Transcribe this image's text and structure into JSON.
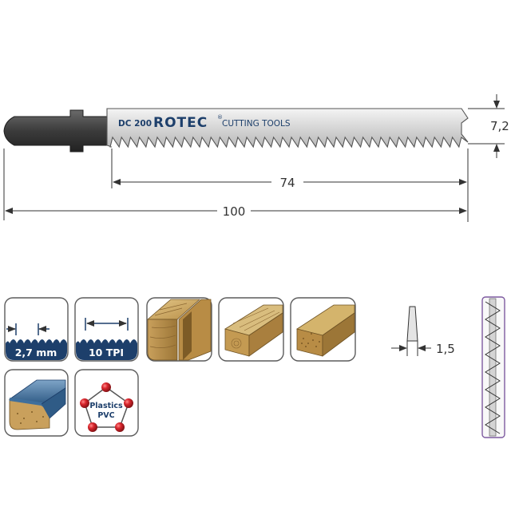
{
  "blade": {
    "model": "DC 200",
    "brand": "ROTEC",
    "registered_mark": "®",
    "tagline": "CUTTING TOOLS"
  },
  "dimensions": {
    "blade_width": "7,2",
    "working_length": "74",
    "total_length": "100",
    "blade_thickness": "1,5"
  },
  "icons": {
    "tooth_pitch": {
      "value": "2,7 mm",
      "icon": "tooth-pitch-icon"
    },
    "teeth_per_inch": {
      "value": "10 TPI",
      "icon": "tpi-icon"
    },
    "joinery": {
      "icon": "wood-joint-icon"
    },
    "softwood": {
      "icon": "softwood-board-icon"
    },
    "hardwood": {
      "icon": "hardwood-board-icon"
    },
    "laminate": {
      "icon": "laminated-board-icon"
    },
    "plastics": {
      "line1": "Plastics",
      "line2": "PVC",
      "icon": "plastics-pvc-icon"
    }
  },
  "colors": {
    "tile_blue": "#1d3f6b",
    "wood_light": "#d8b874",
    "wood_dark": "#9c7637",
    "laminate_blue": "#3f6f9c",
    "molecule_red": "#cc2229",
    "blade_steel": "#e2e2e2",
    "shank": "#3d3d3d"
  }
}
